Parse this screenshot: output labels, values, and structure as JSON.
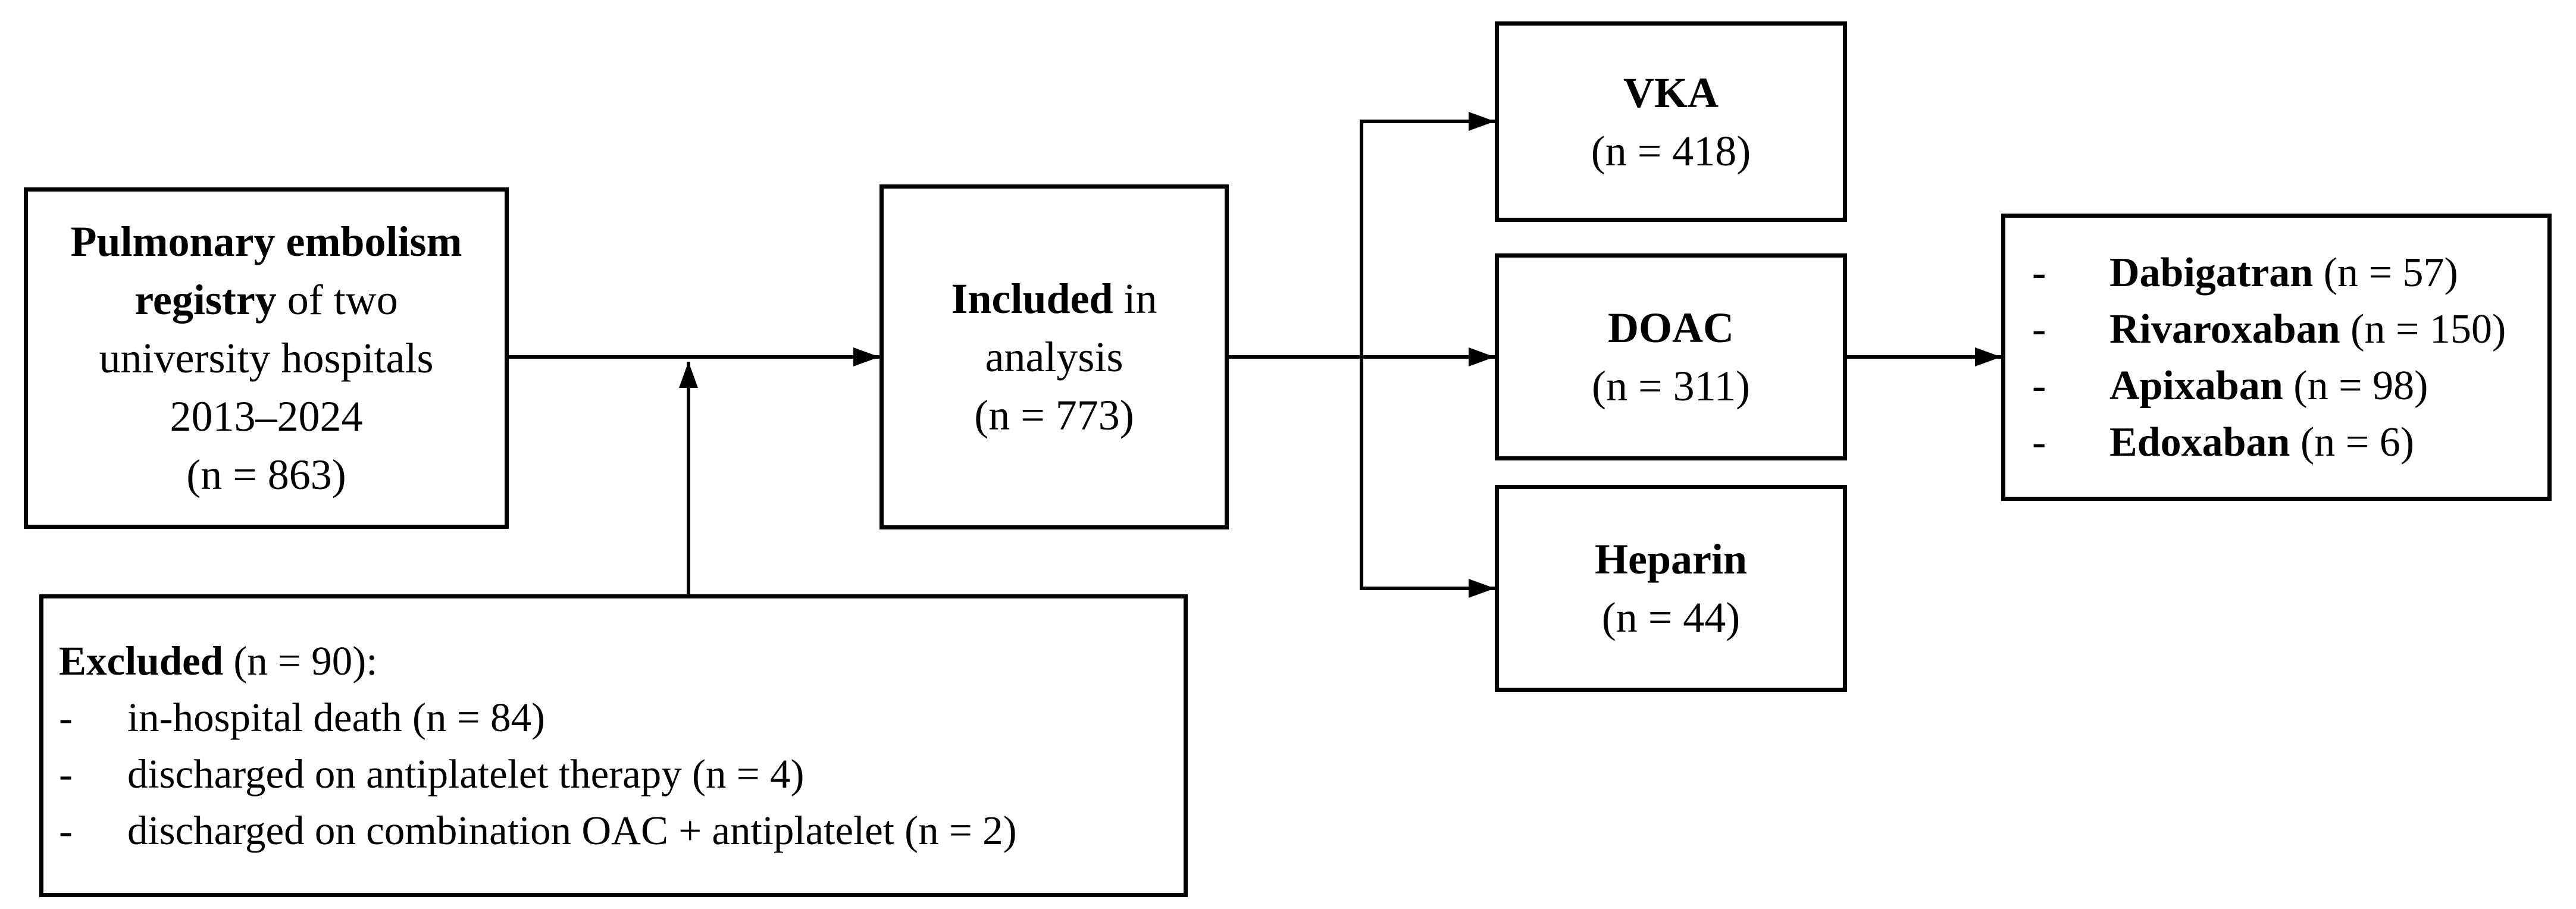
{
  "figure": {
    "background": "#ffffff",
    "line_color": "#000000",
    "type": "patient-flow-diagram"
  },
  "boxes": {
    "registry": {
      "line1_bold": "Pulmonary embolism",
      "line2_bold": "registry",
      "line2_rest": " of two",
      "line3": "university hospitals",
      "line4": "2013–2024",
      "line5": "(n = 863)"
    },
    "included": {
      "line1_bold": "Included",
      "line1_rest": " in",
      "line2": "analysis",
      "line3": "(n = 773)"
    },
    "vka": {
      "name": "VKA",
      "count": "(n = 418)"
    },
    "doac": {
      "name": "DOAC",
      "count": "(n = 311)"
    },
    "heparin": {
      "name": "Heparin",
      "count": "(n = 44)"
    },
    "doac_detail": {
      "bullet": "-",
      "items": [
        {
          "name": "Dabigatran",
          "count": "(n = 57)"
        },
        {
          "name": "Rivaroxaban",
          "count": "(n = 150)"
        },
        {
          "name": "Apixaban",
          "count": "(n = 98)"
        },
        {
          "name": "Edoxaban",
          "count": "(n = 6)"
        }
      ]
    },
    "excluded": {
      "title_bold": "Excluded",
      "title_rest": " (n = 90):",
      "bullet": "-",
      "items": [
        "in-hospital death (n = 84)",
        "discharged on antiplatelet therapy (n = 4)",
        "discharged on combination OAC + antiplatelet (n = 2)"
      ]
    }
  }
}
